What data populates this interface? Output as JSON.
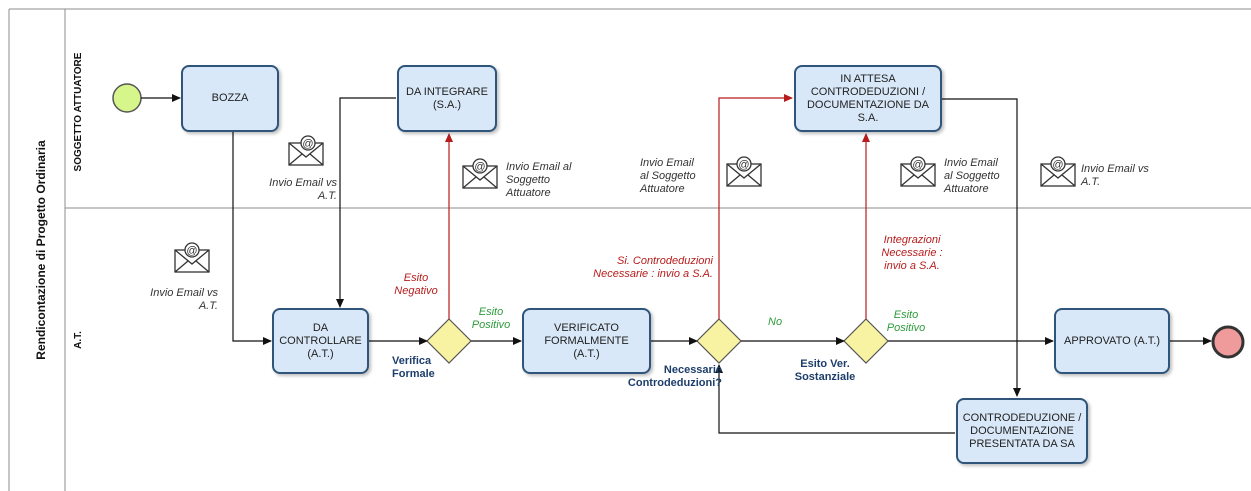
{
  "pool_title": "Rendicontazione di Progetto Ordinaria",
  "lanes": {
    "top": "SOGGETTO ATTUATORE",
    "bottom": "A.T."
  },
  "tasks": {
    "bozza": "BOZZA",
    "da_integrare": "DA INTEGRARE\n(S.A.)",
    "in_attesa": "IN ATTESA\nCONTRODEDUZIONI /\nDOCUMENTAZIONE DA\nS.A.",
    "da_controllare": "DA\nCONTROLLARE\n(A.T.)",
    "verificato": "VERIFICATO\nFORMALMENTE\n(A.T.)",
    "approvato": "APPROVATO (A.T.)",
    "controdeduzione": "CONTRODEDUZIONE /\nDOCUMENTAZIONE\nPRESENTATA DA SA"
  },
  "gateways": {
    "verifica": "Verifica\nFormale",
    "controdeduzioni": "Necessarie\nControdeduzioni?",
    "sostanziale": "Esito Ver.\nSostanziale"
  },
  "flow_labels": {
    "esito_negativo": "Esito\nNegativo",
    "esito_positivo_1": "Esito\nPositivo",
    "si_controdeduzioni": "Si. Controdeduzioni\nNecessarie : invio a S.A.",
    "no": "No",
    "integrazioni": "Integrazioni\nNecessarie :\ninvio a S.A.",
    "esito_positivo_2": "Esito\nPositivo"
  },
  "email_labels": {
    "e1": "Invio Email vs\nA.T.",
    "e2": "Invio Email vs\nA.T.",
    "e3": "Invio Email al\nSoggetto\nAttuatore",
    "e4": "Invio Email\nal Soggetto\nAttuatore",
    "e5": "Invio Email\nal Soggetto\nAttuatore",
    "e6": "Invio Email vs\nA.T."
  },
  "colors": {
    "task_fill": "#d9e8f8",
    "task_border": "#2f557b",
    "gateway_fill": "#f7f3a3",
    "start_fill": "#d6f58a",
    "end_fill": "#f09b9b",
    "reject_flow": "#b71c1c",
    "positive_text": "#2e9b3c"
  }
}
